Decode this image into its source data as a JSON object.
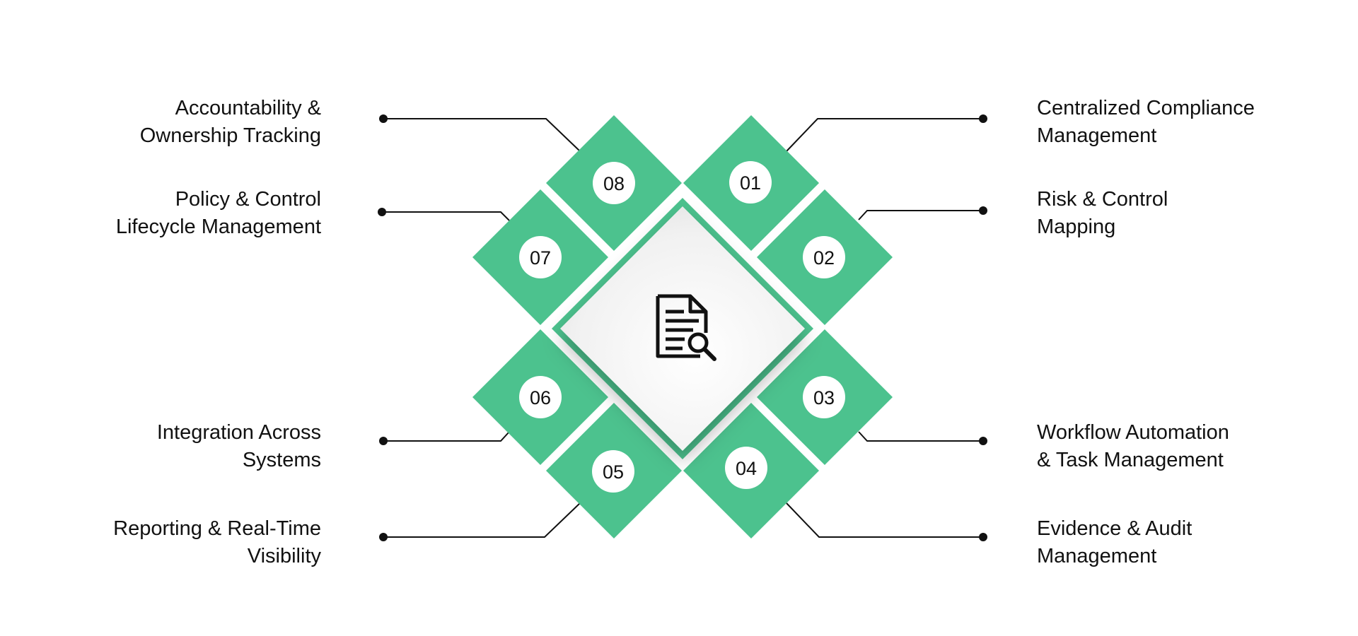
{
  "accent_color": "#4cc28e",
  "center_icon": "document-search-icon",
  "items": [
    {
      "number": "01",
      "label": "Centralized Compliance\nManagement"
    },
    {
      "number": "02",
      "label": "Risk & Control\nMapping"
    },
    {
      "number": "03",
      "label": "Workflow Automation\n& Task Management"
    },
    {
      "number": "04",
      "label": "Evidence & Audit\nManagement"
    },
    {
      "number": "05",
      "label": "Reporting & Real-Time\nVisibility"
    },
    {
      "number": "06",
      "label": "Integration Across\nSystems"
    },
    {
      "number": "07",
      "label": "Policy & Control\nLifecycle Management"
    },
    {
      "number": "08",
      "label": "Accountability &\nOwnership Tracking"
    }
  ]
}
